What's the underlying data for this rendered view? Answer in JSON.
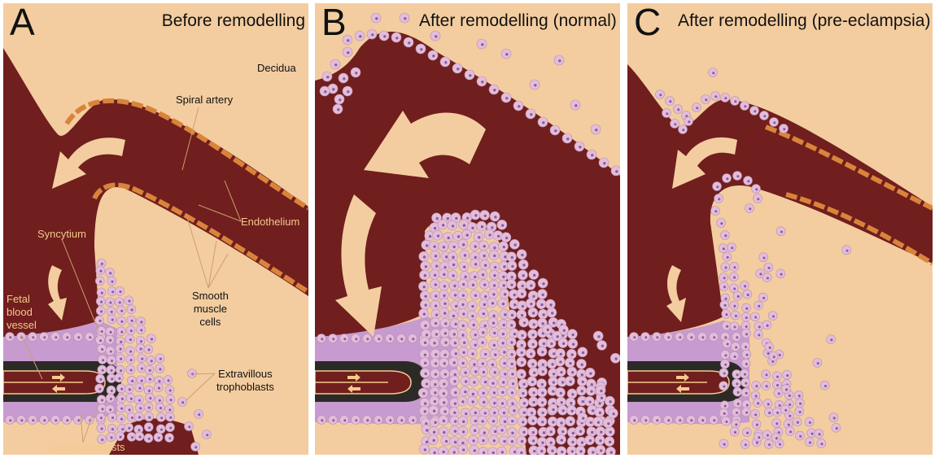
{
  "colors": {
    "decidua": "#f3cda0",
    "blood": "#701e1e",
    "syncytium": "#c79ad0",
    "cell": "#e3bdd9",
    "nucleus": "#8a5aa0",
    "muscle": "#d9843a",
    "fetal_core": "#2c2a26",
    "fetal_vessel": "#701e1e",
    "label_on_dark": "#f5c98c",
    "leader_line": "#c9a070"
  },
  "panels": [
    {
      "letter": "A",
      "title": "Before remodelling"
    },
    {
      "letter": "B",
      "title": "After remodelling (normal)"
    },
    {
      "letter": "C",
      "title": "After remodelling (pre-eclampsia)"
    }
  ],
  "labels": {
    "decidua": "Decidua",
    "spiral_artery": "Spiral artery",
    "endothelium": "Endothelium",
    "syncytium": "Syncytium",
    "smooth_muscle": [
      "Smooth",
      "muscle",
      "cells"
    ],
    "fetal_blood_vessel": [
      "Fetal",
      "blood",
      "vessel"
    ],
    "extravillous": [
      "Extravillous",
      "trophoblasts"
    ],
    "cytotrophoblasts": "Cytotrophoblasts"
  }
}
